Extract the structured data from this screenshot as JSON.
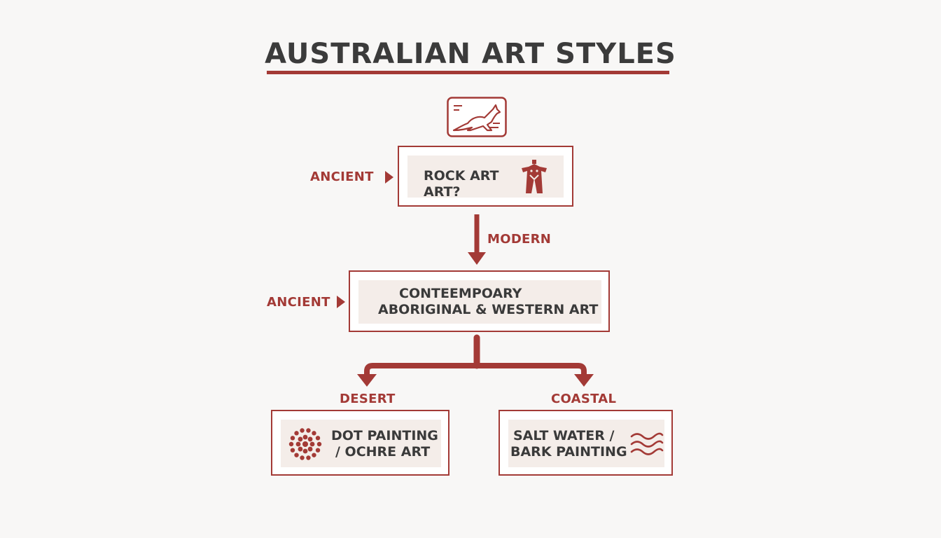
{
  "title": "AUSTRALIAN ART STYLES",
  "colors": {
    "accent": "#a33a36",
    "text": "#3a3a3a",
    "background": "#f8f7f6"
  },
  "icons": {
    "top": "kangaroo-icon",
    "rock_art": "rock-figure-icon",
    "dot_painting": "dot-circle-icon",
    "salt_water": "waves-icon"
  },
  "nodes": {
    "rock_art": {
      "line1": "ROCK ART",
      "line2": "ART?"
    },
    "contemporary": {
      "line1": "CONTEEMPOARY",
      "line2": "ABORIGINAL & WESTERN ART"
    },
    "dot_painting": {
      "line1": "DOT PAINTING",
      "line2": "/ OCHRE ART"
    },
    "salt_water": {
      "line1": "SALT WATER /",
      "line2": "BARK PAINTING"
    }
  },
  "labels": {
    "ancient_top": "ANCIENT",
    "modern": "MODERN",
    "ancient_mid": "ANCIENT",
    "desert": "DESERT",
    "coastal": "COASTAL"
  }
}
